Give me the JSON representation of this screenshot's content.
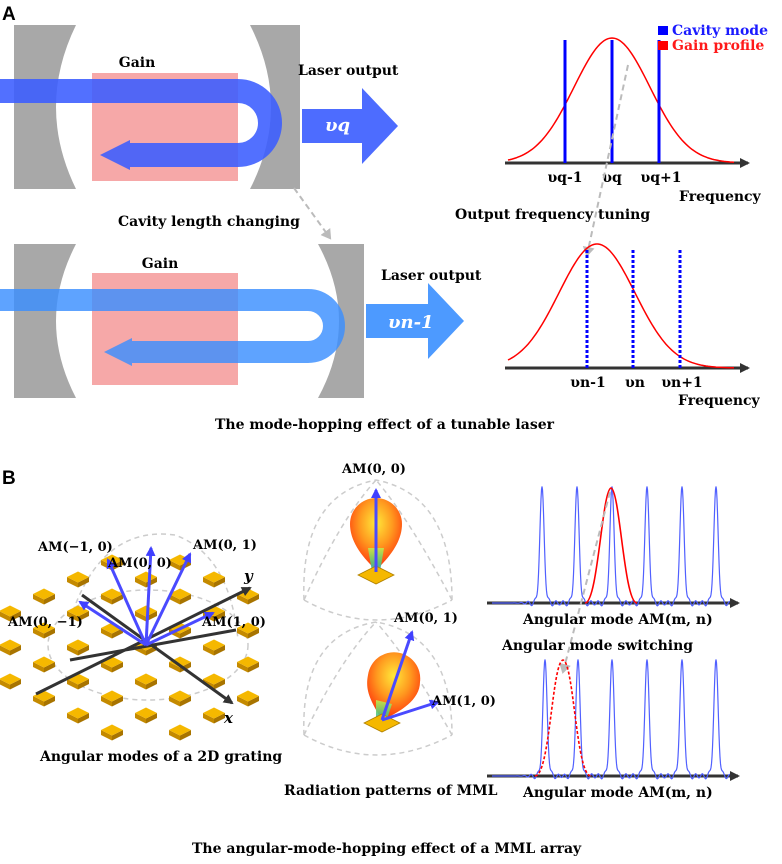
{
  "panel_a": {
    "label": "A",
    "top": {
      "gain_label": "Gain",
      "output_label": "Laser output",
      "output_symbol": "υq"
    },
    "between_caption": "Cavity length changing",
    "bottom": {
      "gain_label": "Gain",
      "output_label": "Laser output",
      "output_symbol": "υn-1"
    },
    "spectrum_top": {
      "legend": [
        {
          "name": "Cavity mode",
          "color": "#0000ff"
        },
        {
          "name": "Gain profile",
          "color": "#ff0000"
        }
      ],
      "tick_labels": [
        "υq-1",
        "υq",
        "υq+1"
      ],
      "axis_label": "Frequency",
      "caption": "Output frequency tuning"
    },
    "spectrum_bottom": {
      "tick_labels": [
        "υn-1",
        "υn",
        "υn+1"
      ],
      "axis_label": "Frequency"
    },
    "caption": "The mode-hopping effect of a tunable laser"
  },
  "panel_b": {
    "label": "B",
    "grating": {
      "mode_labels": [
        "AM(−1, 0)",
        "AM(0, 0)",
        "AM(0, 1)",
        "AM(0, −1)",
        "AM(1, 0)"
      ],
      "axis_x": "x",
      "axis_y": "y",
      "caption": "Angular modes of a 2D grating"
    },
    "radiation_top_label": "AM(0, 0)",
    "radiation_bottom_labels": [
      "AM(0, 1)",
      "AM(1, 0)"
    ],
    "radiation_caption": "Radiation patterns of MML",
    "spectrum_top": {
      "axis_label": "Angular mode AM(m, n)"
    },
    "switch_caption": "Angular mode switching",
    "spectrum_bottom": {
      "axis_label": "Angular mode AM(m, n)"
    },
    "caption": "The angular-mode-hopping effect of  a MML array"
  },
  "colors": {
    "mode_blue": "#0000ff",
    "gain_red": "#ff0000",
    "beam_blue": "#3a5cff",
    "gain_pink": "#f5a3a3",
    "mirror_gray": "#a8a8a8",
    "pad_gold": "#f5b800"
  }
}
